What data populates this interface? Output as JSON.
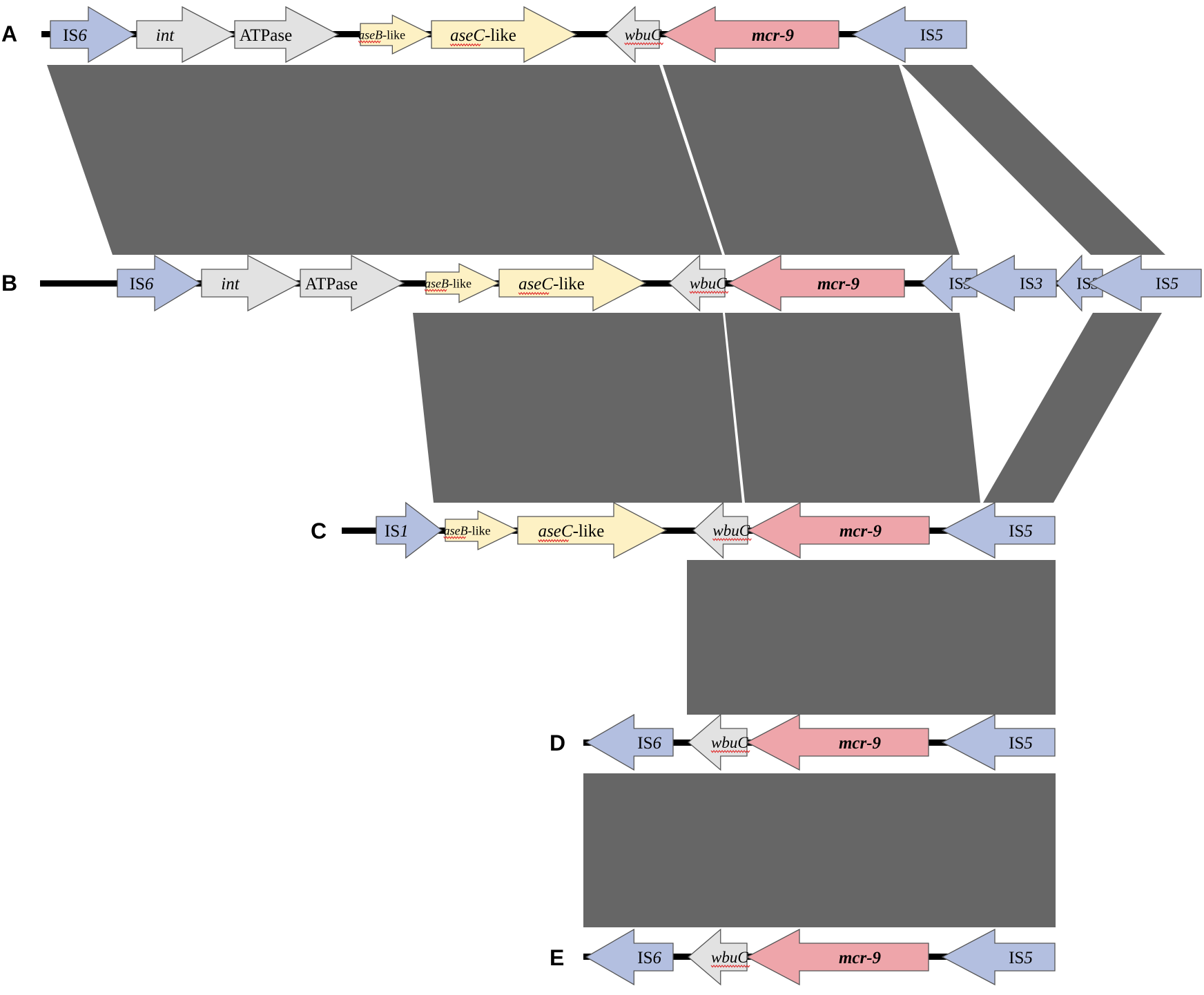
{
  "colors": {
    "is": "#b3bfe0",
    "grey_gene": "#e2e2e2",
    "ase": "#fdf1c4",
    "mcr": "#eea5aa",
    "homology": "#666666",
    "backbone": "#000000",
    "outline": "#555555",
    "spellcheck": "#e03030"
  },
  "rows": [
    {
      "label": "A",
      "genes": [
        {
          "prefix": "IS",
          "italic": "6",
          "suffix": "",
          "bold": false,
          "type": "is",
          "direction": "right"
        },
        {
          "prefix": "",
          "italic": "int",
          "suffix": "",
          "bold": false,
          "type": "grey_gene",
          "direction": "right"
        },
        {
          "prefix": "ATPase",
          "italic": "",
          "suffix": "",
          "bold": false,
          "type": "grey_gene",
          "direction": "right"
        },
        {
          "prefix": "",
          "italic": "aseB",
          "suffix": "-like",
          "bold": false,
          "type": "ase",
          "direction": "right"
        },
        {
          "prefix": "",
          "italic": "aseC",
          "suffix": "-like",
          "bold": false,
          "type": "ase",
          "direction": "right"
        },
        {
          "prefix": "",
          "italic": "wbuC",
          "suffix": "",
          "bold": false,
          "type": "grey_gene",
          "direction": "left"
        },
        {
          "prefix": "",
          "italic": "mcr-9",
          "suffix": "",
          "bold": true,
          "type": "mcr",
          "direction": "left"
        },
        {
          "prefix": "IS",
          "italic": "5",
          "suffix": "",
          "bold": false,
          "type": "is",
          "direction": "left"
        }
      ]
    },
    {
      "label": "B",
      "genes": [
        {
          "prefix": "IS",
          "italic": "6",
          "suffix": "",
          "bold": false,
          "type": "is",
          "direction": "right"
        },
        {
          "prefix": "",
          "italic": "int",
          "suffix": "",
          "bold": false,
          "type": "grey_gene",
          "direction": "right"
        },
        {
          "prefix": "ATPase",
          "italic": "",
          "suffix": "",
          "bold": false,
          "type": "grey_gene",
          "direction": "right"
        },
        {
          "prefix": "",
          "italic": "aseB",
          "suffix": "-like",
          "bold": false,
          "type": "ase",
          "direction": "right"
        },
        {
          "prefix": "",
          "italic": "aseC",
          "suffix": "-like",
          "bold": false,
          "type": "ase",
          "direction": "right"
        },
        {
          "prefix": "",
          "italic": "wbuC",
          "suffix": "",
          "bold": false,
          "type": "grey_gene",
          "direction": "left"
        },
        {
          "prefix": "",
          "italic": "mcr-9",
          "suffix": "",
          "bold": true,
          "type": "mcr",
          "direction": "left"
        },
        {
          "prefix": "IS",
          "italic": "5",
          "suffix": "",
          "bold": false,
          "type": "is",
          "direction": "left"
        },
        {
          "prefix": "IS",
          "italic": "3",
          "suffix": "",
          "bold": false,
          "type": "is",
          "direction": "left"
        },
        {
          "prefix": "IS",
          "italic": "3",
          "suffix": "",
          "bold": false,
          "type": "is",
          "direction": "left"
        },
        {
          "prefix": "IS",
          "italic": "5",
          "suffix": "",
          "bold": false,
          "type": "is",
          "direction": "left"
        }
      ]
    },
    {
      "label": "C",
      "genes": [
        {
          "prefix": "IS",
          "italic": "1",
          "suffix": "",
          "bold": false,
          "type": "is",
          "direction": "right"
        },
        {
          "prefix": "",
          "italic": "aseB",
          "suffix": "-like",
          "bold": false,
          "type": "ase",
          "direction": "right"
        },
        {
          "prefix": "",
          "italic": "aseC",
          "suffix": "-like",
          "bold": false,
          "type": "ase",
          "direction": "right"
        },
        {
          "prefix": "",
          "italic": "wbuC",
          "suffix": "",
          "bold": false,
          "type": "grey_gene",
          "direction": "left"
        },
        {
          "prefix": "",
          "italic": "mcr-9",
          "suffix": "",
          "bold": true,
          "type": "mcr",
          "direction": "left"
        },
        {
          "prefix": "IS",
          "italic": "5",
          "suffix": "",
          "bold": false,
          "type": "is",
          "direction": "left"
        }
      ]
    },
    {
      "label": "D",
      "genes": [
        {
          "prefix": "IS",
          "italic": "6",
          "suffix": "",
          "bold": false,
          "type": "is",
          "direction": "left"
        },
        {
          "prefix": "",
          "italic": "wbuC",
          "suffix": "",
          "bold": false,
          "type": "grey_gene",
          "direction": "left"
        },
        {
          "prefix": "",
          "italic": "mcr-9",
          "suffix": "",
          "bold": true,
          "type": "mcr",
          "direction": "left"
        },
        {
          "prefix": "IS",
          "italic": "5",
          "suffix": "",
          "bold": false,
          "type": "is",
          "direction": "left"
        }
      ]
    },
    {
      "label": "E",
      "genes": [
        {
          "prefix": "IS",
          "italic": "6",
          "suffix": "",
          "bold": false,
          "type": "is",
          "direction": "left"
        },
        {
          "prefix": "",
          "italic": "wbuC",
          "suffix": "",
          "bold": false,
          "type": "grey_gene",
          "direction": "left"
        },
        {
          "prefix": "",
          "italic": "mcr-9",
          "suffix": "",
          "bold": true,
          "type": "mcr",
          "direction": "left"
        },
        {
          "prefix": "IS",
          "italic": "5",
          "suffix": "",
          "bold": false,
          "type": "is",
          "direction": "left"
        }
      ]
    }
  ]
}
